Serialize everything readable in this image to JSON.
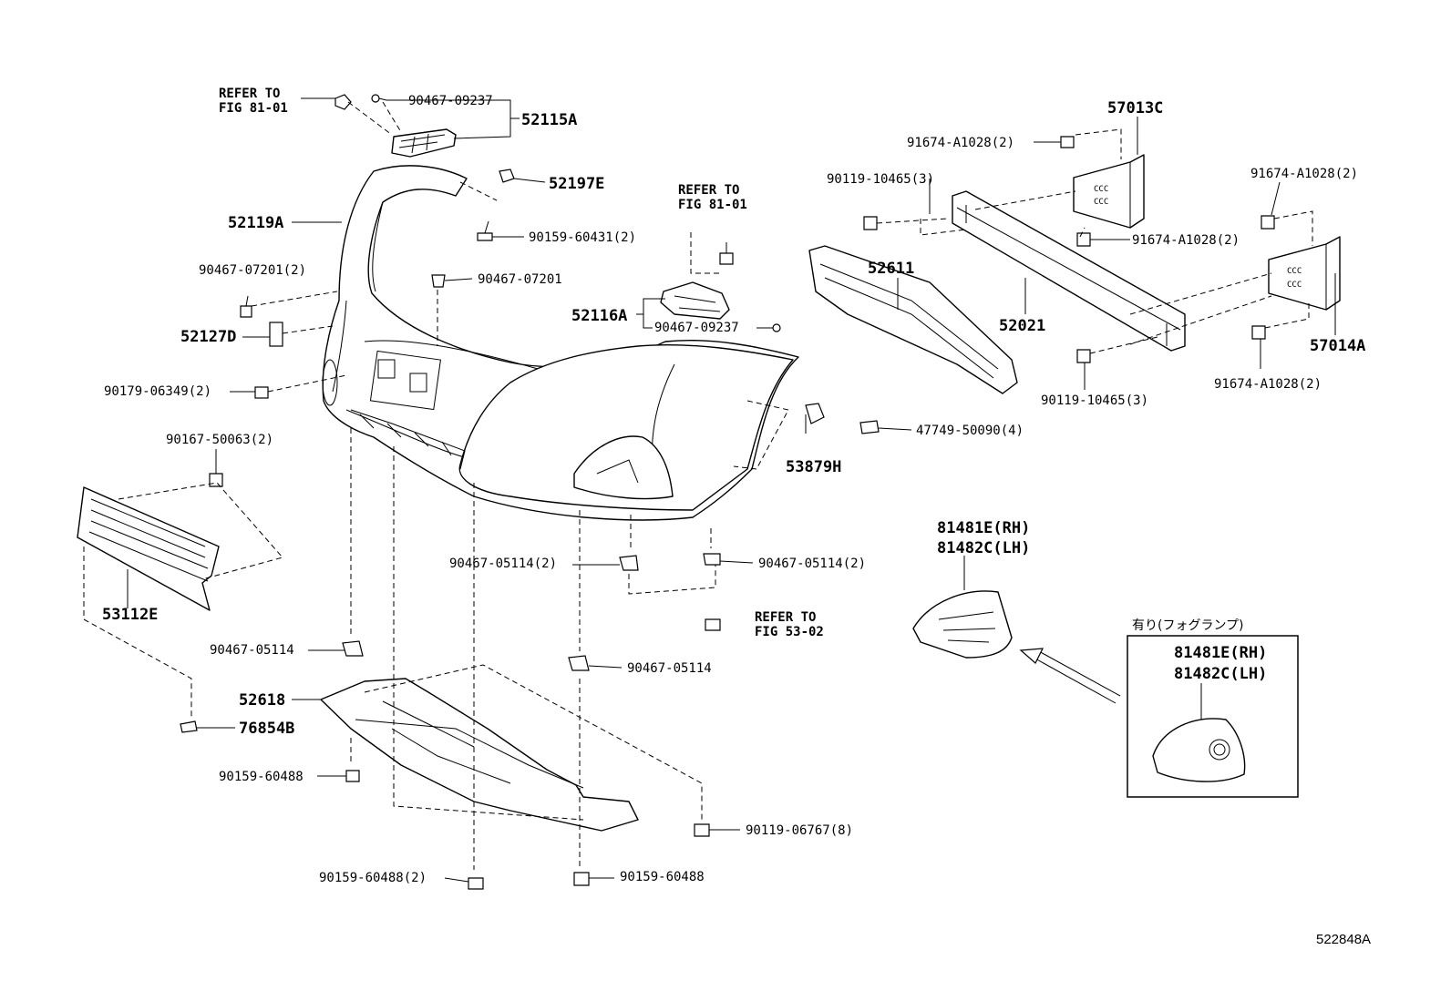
{
  "diagram_id": "522848A",
  "fog_lamp_box_caption": "有り(フォグランプ)",
  "refs": {
    "ref_top_line1": "REFER TO",
    "ref_top_line2": "FIG 81-01",
    "ref_mid_line1": "REFER TO",
    "ref_mid_line2": "FIG 81-01",
    "ref_low_line1": "REFER TO",
    "ref_low_line2": "FIG 53-02"
  },
  "parts": {
    "p52115A": "52115A",
    "p90467_09237_top": "90467-09237",
    "p52197E": "52197E",
    "p52119A": "52119A",
    "p90159_60431": "90159-60431(2)",
    "p90467_07201_2": "90467-07201(2)",
    "p90467_07201": "90467-07201",
    "p52127D": "52127D",
    "p90179_06349": "90179-06349(2)",
    "p52116A": "52116A",
    "p90467_09237_mid": "90467-09237",
    "p90167_50063": "90167-50063(2)",
    "p53112E": "53112E",
    "p90467_05114_left": "90467-05114",
    "p52618": "52618",
    "p76854B": "76854B",
    "p90159_60488_left": "90159-60488",
    "p90159_60488_2": "90159-60488(2)",
    "p90159_60488_mid": "90159-60488",
    "p90467_05114_2a": "90467-05114(2)",
    "p90467_05114_2b": "90467-05114(2)",
    "p90467_05114_center": "90467-05114",
    "p90119_06767": "90119-06767(8)",
    "p53879H": "53879H",
    "p47749_50090": "47749-50090(4)",
    "p52611": "52611",
    "p52021": "52021",
    "p57013C": "57013C",
    "p57014A": "57014A",
    "p91674_A1028_tl": "91674-A1028(2)",
    "p91674_A1028_tr": "91674-A1028(2)",
    "p91674_A1028_mid": "91674-A1028(2)",
    "p91674_A1028_br": "91674-A1028(2)",
    "p90119_10465_top": "90119-10465(3)",
    "p90119_10465_bot": "90119-10465(3)",
    "p81481E_a": "81481E(RH)",
    "p81482C_a": "81482C(LH)",
    "p81481E_b": "81481E(RH)",
    "p81482C_b": "81482C(LH)"
  }
}
